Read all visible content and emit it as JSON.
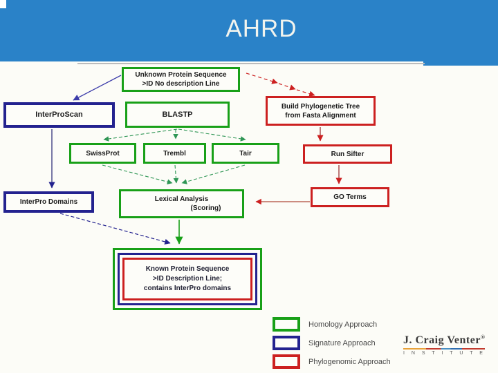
{
  "slide": {
    "title": "AHRD",
    "header_color": "#2a82c8",
    "background_color": "#fcfcf7"
  },
  "nodes": {
    "unknown": {
      "line1": "Unknown Protein Sequence",
      "line2": ">ID No description Line"
    },
    "interproscan": {
      "label": "InterProScan"
    },
    "blastp": {
      "label": "BLASTP"
    },
    "phylotree": {
      "line1": "Build Phylogenetic Tree",
      "line2": "from Fasta Alignment"
    },
    "swissprot": {
      "label": "SwissProt"
    },
    "trembl": {
      "label": "Trembl"
    },
    "tair": {
      "label": "Tair"
    },
    "runsifter": {
      "label": "Run Sifter"
    },
    "interprodomains": {
      "label": "InterPro Domains"
    },
    "lexical": {
      "line1": "Lexical Analysis",
      "line2": "(Scoring)"
    },
    "goterms": {
      "label": "GO Terms"
    },
    "known": {
      "line1": "Known Protein Sequence",
      "line2": ">ID Description Line;",
      "line3": "contains InterPro domains"
    }
  },
  "legend": {
    "items": [
      {
        "label": "Homology Approach",
        "color": "#18a018"
      },
      {
        "label": "Signature Approach",
        "color": "#23228f"
      },
      {
        "label": "Phylogenomic Approach",
        "color": "#cc2020"
      }
    ]
  },
  "logo": {
    "name": "J. Craig Venter",
    "mark": "®",
    "institute": "I N S T I T U T E",
    "rule_colors": [
      "#e8a23a",
      "#c23b2e",
      "#4a90c4",
      "#2f6db0",
      "#c23b2e"
    ]
  }
}
